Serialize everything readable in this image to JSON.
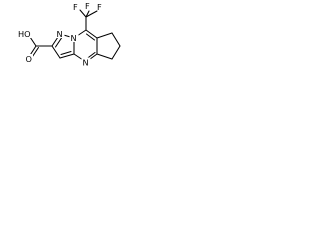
{
  "molecule": {
    "atoms": {
      "fluorine_1": "F",
      "fluorine_2": "F",
      "fluorine_3": "F",
      "acid_hydroxyl": "HO",
      "acid_carbonyl_oxygen": "O",
      "pyrazole_nitrogen": "N",
      "bridgehead_nitrogen": "N",
      "pyrimidine_nitrogen": "N"
    },
    "colors": {
      "bonds": "#000000",
      "labels": "#000000",
      "background": "#ffffff"
    }
  }
}
